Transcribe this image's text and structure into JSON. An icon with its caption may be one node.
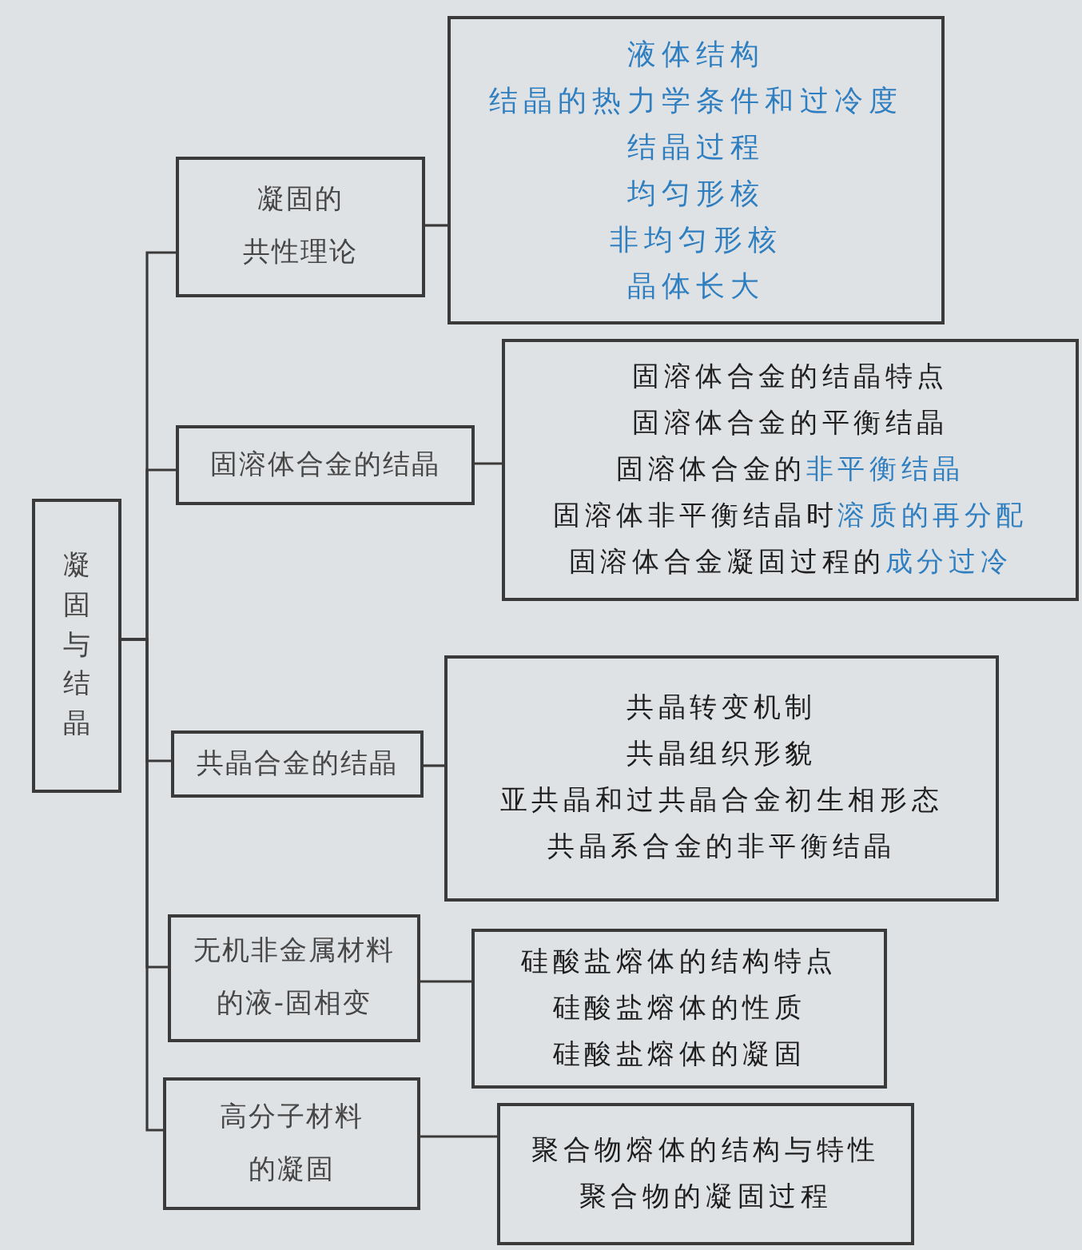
{
  "diagram": {
    "nodes": [
      {
        "text": [
          "凝固与结晶"
        ]
      },
      {
        "text": [
          "凝固的共性理论"
        ]
      },
      {
        "text": [
          "液体结构",
          "结晶的热力学条件和过冷度",
          "结晶过程",
          "均匀形核",
          "非均匀形核",
          "晶体长大"
        ]
      },
      {
        "text": [
          "固溶体合金的结晶"
        ]
      },
      {
        "text": [
          "固溶体合金的结晶特点",
          "固溶体合金的平衡结晶",
          "固溶体合金的**非平衡结晶**",
          "固溶体非平衡结晶时**溶质的再分配**",
          "固溶体合金凝固过程的**成分过冷**"
        ]
      },
      {
        "text": [
          "共晶合金的结晶"
        ]
      },
      {
        "text": [
          "共晶转变机制",
          "共晶组织形貌",
          "亚共晶和过共晶合金初生相形态",
          "共晶系合金的非平衡结晶"
        ]
      },
      {
        "text": [
          "无机非金属材料的液-固相变"
        ]
      },
      {
        "text": [
          "硅酸盐熔体的结构特点",
          "硅酸盐熔体的性质",
          "硅酸盐熔体的凝固"
        ]
      },
      {
        "text": [
          "高分子材料的凝固"
        ]
      },
      {
        "text": [
          "聚合物熔体的结构与特性",
          "聚合物的凝固过程"
        ]
      }
    ],
    "edges": [
      {
        "from": 0,
        "to": 1,
        "arrow": "none"
      },
      {
        "from": 0,
        "to": 3,
        "arrow": "none"
      },
      {
        "from": 0,
        "to": 5,
        "arrow": "none"
      },
      {
        "from": 0,
        "to": 7,
        "arrow": "none"
      },
      {
        "from": 0,
        "to": 9,
        "arrow": "none"
      },
      {
        "from": 1,
        "to": 2,
        "arrow": "none"
      },
      {
        "from": 3,
        "to": 4,
        "arrow": "none"
      },
      {
        "from": 5,
        "to": 6,
        "arrow": "none"
      },
      {
        "from": 7,
        "to": 8,
        "arrow": "none"
      },
      {
        "from": 9,
        "to": 10,
        "arrow": "none"
      }
    ]
  }
}
